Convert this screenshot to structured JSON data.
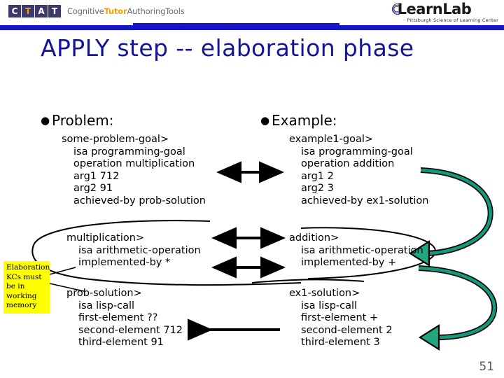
{
  "header": {
    "ctat_tiles": [
      "C",
      "T",
      "A",
      "T"
    ],
    "ctat_wordmark_prefix": "Cognitive",
    "ctat_wordmark_highlight": "Tutor",
    "ctat_wordmark_suffix": "AuthoringTools",
    "learnlab_name": "LearnLab",
    "learnlab_tagline": "Pittsburgh Science of Learning Center",
    "rule_color": "#1414c8"
  },
  "slide": {
    "title": "APPLY step -- elaboration phase",
    "title_color": "#14149b",
    "page_number": "51"
  },
  "columns": {
    "left_heading": "Problem:",
    "right_heading": "Example:"
  },
  "blocks": {
    "problem_goal": {
      "header": "some-problem-goal>",
      "lines": [
        "isa programming-goal",
        "operation multiplication",
        "arg1 712",
        "arg2 91",
        "achieved-by prob-solution"
      ]
    },
    "example_goal": {
      "header": "example1-goal>",
      "lines": [
        "isa programming-goal",
        "operation addition",
        "arg1 2",
        "arg2 3",
        "achieved-by ex1-solution"
      ]
    },
    "multiplication": {
      "header": "multiplication>",
      "lines": [
        "isa arithmetic-operation",
        "implemented-by *"
      ]
    },
    "addition": {
      "header": "addition>",
      "lines": [
        "isa arithmetic-operation",
        "implemented-by +"
      ]
    },
    "prob_solution": {
      "header": "prob-solution>",
      "lines": [
        "isa lisp-call",
        "first-element  ??",
        "second-element 712",
        "third-element 91"
      ]
    },
    "ex1_solution": {
      "header": "ex1-solution>",
      "lines": [
        "isa lisp-call",
        "first-element +",
        "second-element 2",
        "third-element 3"
      ]
    }
  },
  "annotation": {
    "text": "Elaboration KCs must be in working memory",
    "background": "#ffff00"
  },
  "connectors": {
    "mapping_arrow_color": "#000000",
    "retrieval_arrow_color": "#16997a",
    "double_arrows": [
      "operation-multiplication <-> operation-addition",
      "multiplication> <-> addition>",
      "implemented-by * <-> implemented-by +"
    ],
    "single_arrows": [
      "first-element + -> first-element ??"
    ],
    "teal_loops": [
      "operation addition -> addition>",
      "implemented-by + -> first-element +"
    ]
  }
}
